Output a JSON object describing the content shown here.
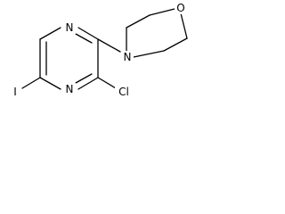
{
  "molecule": {
    "atoms": {
      "n_pyrazine_top": "N",
      "n_pyrazine_bottom": "N",
      "n_morpholine": "N",
      "o_morpholine": "O",
      "cl": "Cl",
      "i": "I"
    }
  },
  "colors": {
    "bond": "#000000",
    "label": "#000000",
    "background": "#ffffff"
  }
}
